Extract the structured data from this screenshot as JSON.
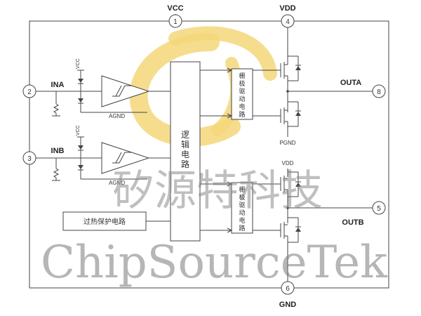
{
  "pins": {
    "vcc": {
      "label": "VCC",
      "number": "1"
    },
    "ina": {
      "label": "INA",
      "number": "2"
    },
    "inb": {
      "label": "INB",
      "number": "3"
    },
    "vdd": {
      "label": "VDD",
      "number": "4"
    },
    "outb": {
      "label": "OUTB",
      "number": "5"
    },
    "gnd": {
      "label": "GND",
      "number": "6"
    },
    "outa": {
      "label": "OUTA",
      "number": "8"
    }
  },
  "internal_labels": {
    "vcc_a": "VCC",
    "vcc_b": "VCC",
    "agnd_a": "AGND",
    "agnd_b": "AGND",
    "pgnd": "PGND",
    "vdd_inner": "VDD"
  },
  "blocks": {
    "logic": [
      "逻",
      "辑",
      "电",
      "路"
    ],
    "gate_driver_a": [
      "栅",
      "极",
      "驱",
      "动",
      "电",
      "路"
    ],
    "gate_driver_b": [
      "栅",
      "极",
      "驱",
      "动",
      "电",
      "路"
    ],
    "overheat": "过热保护电路"
  },
  "watermark": {
    "cjk": "矽源特科技",
    "latin": "ChipSourceTek",
    "logo_color": "#f5d77a"
  }
}
